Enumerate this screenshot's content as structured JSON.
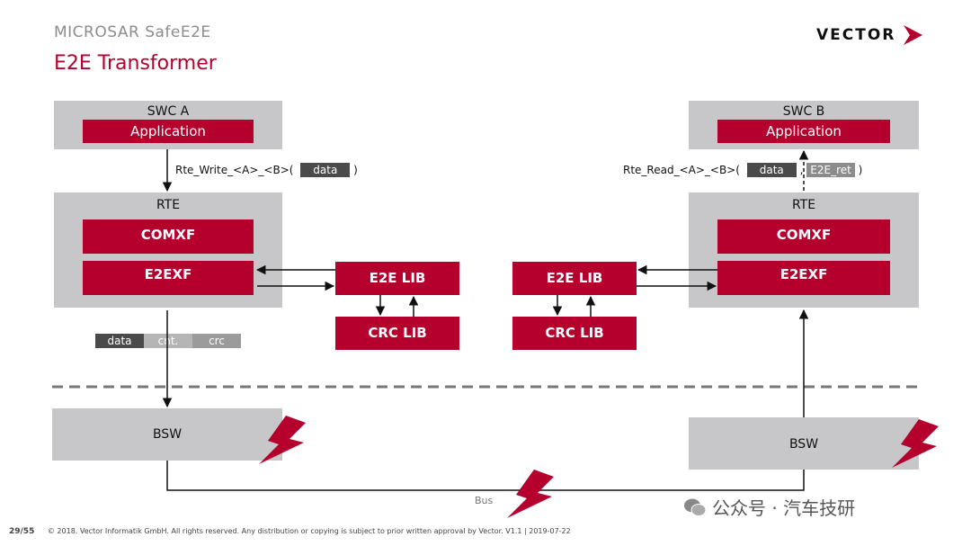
{
  "header": {
    "subtitle": "MICROSAR SafeE2E",
    "title": "E2E Transformer",
    "logo_text": "VECTOR"
  },
  "left": {
    "swc_label": "SWC A",
    "app_label": "Application",
    "call_text": "Rte_Write_<A>_<B>(",
    "call_arg": "data",
    "call_close": ")",
    "rte_label": "RTE",
    "comxf_label": "COMXF",
    "e2exf_label": "E2EXF",
    "e2e_lib_label": "E2E LIB",
    "crc_lib_label": "CRC LIB",
    "frame_fields": [
      "data",
      "cnt.",
      "crc"
    ],
    "bsw_label": "BSW"
  },
  "right": {
    "swc_label": "SWC B",
    "app_label": "Application",
    "call_text": "Rte_Read_<A>_<B>(",
    "call_arg1": "data",
    "call_sep": ",",
    "call_arg2": "E2E_ret",
    "call_close": ")",
    "rte_label": "RTE",
    "comxf_label": "COMXF",
    "e2exf_label": "E2EXF",
    "e2e_lib_label": "E2E LIB",
    "crc_lib_label": "CRC LIB",
    "bsw_label": "BSW"
  },
  "bus_label": "Bus",
  "footer": {
    "page": "29/55",
    "text": "© 2018. Vector Informatik GmbH. All rights reserved. Any distribution or copying is subject to prior written approval by Vector. V1.1 | 2019-07-22"
  },
  "watermark": "公众号 · 汽车技研",
  "colors": {
    "accent_red": "#b5002d",
    "box_gray": "#c7c7c9",
    "chip_dark": "#4a4a4a",
    "chip_mid": "#9b9b9b",
    "chip_light": "#b5b5b5"
  }
}
